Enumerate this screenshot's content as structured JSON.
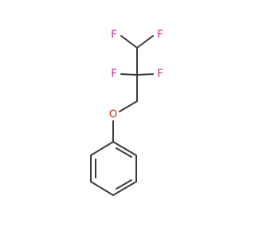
{
  "molecule": {
    "atoms": {
      "f1": "F",
      "f2": "F",
      "f3": "F",
      "f4": "F",
      "o1": "O"
    },
    "colors": {
      "bond": "#3a3a3a",
      "fluorine": "#c6288f",
      "oxygen": "#e2231a",
      "background": "#ffffff"
    }
  }
}
